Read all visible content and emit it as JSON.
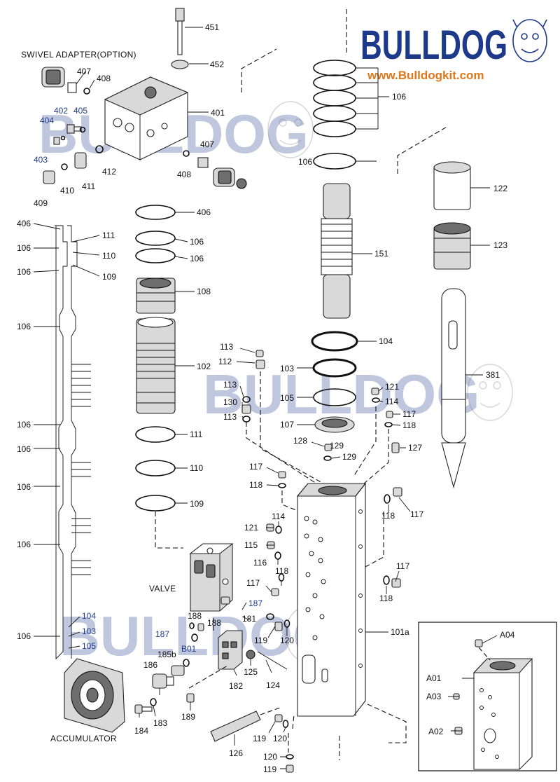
{
  "brand": {
    "name": "BULLDOG",
    "url": "www.Bulldogkit.com",
    "watermark_text": "BULLDOG",
    "colors": {
      "brand_blue": "#1d3a8a",
      "url_orange": "#e0761a"
    }
  },
  "captions": {
    "swivel": "SWIVEL ADAPTER(OPTION)",
    "valve": "VALVE",
    "accumulator": "ACCUMULATOR"
  },
  "part_labels": {
    "p451": "451",
    "p452": "452",
    "p401": "401",
    "p407a": "407",
    "p408a": "408",
    "p402": "402",
    "p405": "405",
    "p404": "404",
    "p403": "403",
    "p412": "412",
    "p408b": "408",
    "p407b": "407",
    "p409": "409",
    "p410": "410",
    "p411": "411",
    "p106r1": "106",
    "p106r2": "106",
    "p122": "122",
    "p123": "123",
    "p151": "151",
    "p104": "104",
    "p381": "381",
    "p406c": "406",
    "p106c1": "106",
    "p106c2": "106",
    "p108": "108",
    "p102": "102",
    "p111c": "111",
    "p110c": "110",
    "p109c": "109",
    "p406l": "406",
    "p111l": "111",
    "p106l1": "106",
    "p110l": "110",
    "p106l2": "106",
    "p109l": "109",
    "p106l3": "106",
    "p106l4": "106",
    "p106l5": "106",
    "p106l6": "106",
    "p106l7": "106",
    "p106l8": "106",
    "p104l": "104",
    "p103l": "103",
    "p105l": "105",
    "p113a": "113",
    "p112": "112",
    "p113b": "113",
    "p130": "130",
    "p113c": "113",
    "p103c": "103",
    "p105c": "105",
    "p107c": "107",
    "p121a": "121",
    "p114a": "114",
    "p117a": "117",
    "p118a": "118",
    "p128": "128",
    "p129a": "129",
    "p129b": "129",
    "p127": "127",
    "p117b": "117",
    "p118b": "118",
    "p121b": "121",
    "p114b": "114",
    "p115": "115",
    "p116": "116",
    "p118c": "118",
    "p117c": "117",
    "p118d": "118",
    "p117d": "117",
    "p117e": "117",
    "p118e": "118",
    "p187a": "187",
    "p188a": "188",
    "p188b": "188",
    "p181": "181",
    "p187b": "187",
    "p185b": "185b",
    "pB01": "B01",
    "p186": "186",
    "p182": "182",
    "p125": "125",
    "p124": "124",
    "p119a": "119",
    "p120a": "120",
    "p101a": "101a",
    "p184": "184",
    "p183": "183",
    "p189": "189",
    "p126": "126",
    "p119b": "119",
    "p120b": "120",
    "p120c": "120",
    "p119c": "119",
    "pA04": "A04",
    "pA01": "A01",
    "pA03": "A03",
    "pA02": "A02"
  }
}
